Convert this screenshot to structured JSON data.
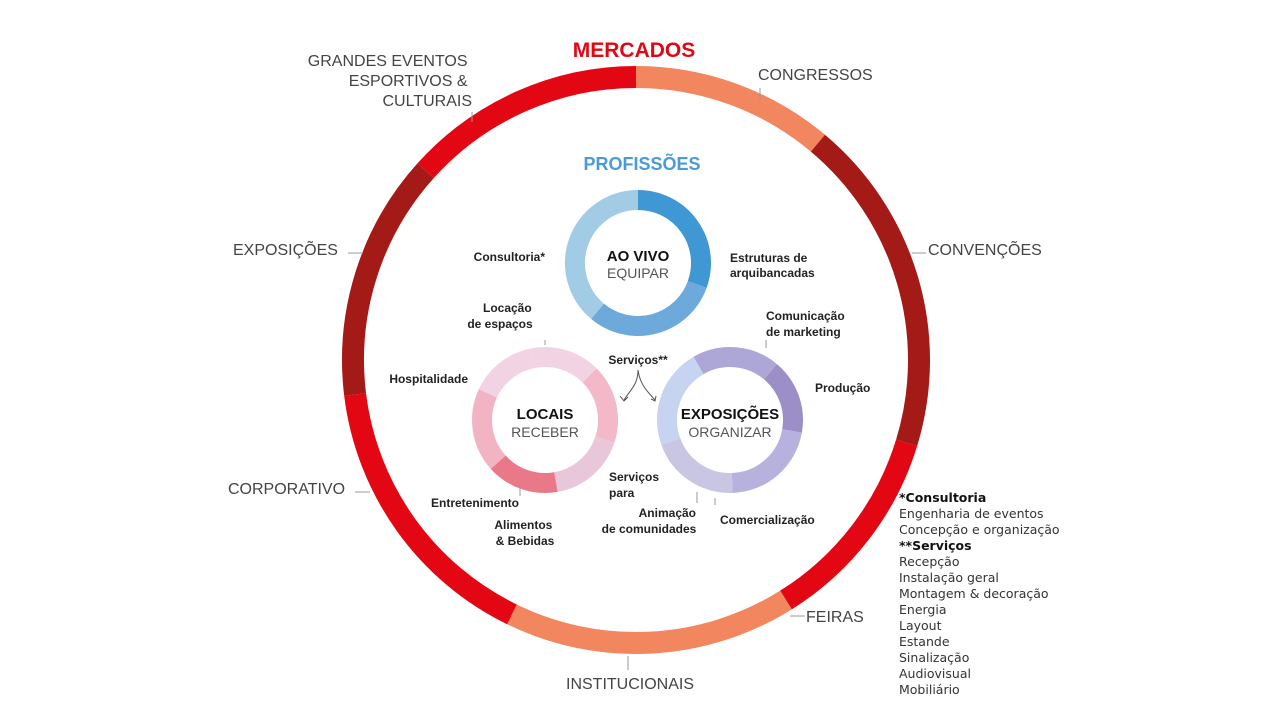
{
  "title": "MERCADOS",
  "subtitle": "PROFISSÕES",
  "colors": {
    "title": "#E30613",
    "subtitle": "#4A9BD6",
    "market_bright": "#E30613",
    "market_dark": "#A31A17",
    "market_light": "#F2865F",
    "ao_vivo": [
      "#3F97D3",
      "#6EA9DB",
      "#A2CBE5"
    ],
    "locais": [
      "#F2D3E4",
      "#E9C7DA",
      "#F4B9C9",
      "#E97888",
      "#F2B4C3"
    ],
    "exposicoes": [
      "#ACA7D6",
      "#9C8EC6",
      "#B7B2DD",
      "#C8C6E3",
      "#C6D4F2"
    ]
  },
  "markets": [
    {
      "name": "congressos",
      "lines": [
        "CONGRESSOS"
      ]
    },
    {
      "name": "convencoes",
      "lines": [
        "CONVENÇÕES"
      ]
    },
    {
      "name": "feiras",
      "lines": [
        "FEIRAS"
      ]
    },
    {
      "name": "institucionais",
      "lines": [
        "INSTITUCIONAIS"
      ]
    },
    {
      "name": "corporativo",
      "lines": [
        "CORPORATIVO"
      ]
    },
    {
      "name": "exposicoes",
      "lines": [
        "EXPOSIÇÕES"
      ]
    },
    {
      "name": "grandes-eventos",
      "lines": [
        "GRANDES EVENTOS",
        "ESPORTIVOS &",
        "CULTURAIS"
      ]
    }
  ],
  "circles": {
    "ao_vivo": {
      "title": "AO VIVO",
      "subtitle": "EQUIPAR"
    },
    "locais": {
      "title": "LOCAIS",
      "subtitle": "RECEBER"
    },
    "exposicoes": {
      "title": "EXPOSIÇÕES",
      "subtitle": "ORGANIZAR"
    }
  },
  "professions": {
    "consultoria": [
      "Consultoria*"
    ],
    "estruturas": [
      "Estruturas de",
      "arquibancadas"
    ],
    "locacao": [
      "Locação",
      "de espaços"
    ],
    "servicos": [
      "Serviços**"
    ],
    "comunicacao": [
      "Comunicação",
      "de marketing"
    ],
    "hospitalidade": [
      "Hospitalidade"
    ],
    "producao": [
      "Produção"
    ],
    "entretenimento": [
      "Entretenimento"
    ],
    "servicos_para": [
      "Serviços",
      "para"
    ],
    "alimentos": [
      "Alimentos",
      "& Bebidas"
    ],
    "animacao": [
      "Animação",
      "de comunidades"
    ],
    "comercializacao": [
      "Comercialização"
    ]
  },
  "notes": {
    "consultoria_head": "*Consultoria",
    "consultoria_items": [
      "Engenharia de eventos",
      "Concepção e organização"
    ],
    "servicos_head": "**Serviços",
    "servicos_items": [
      "Recepção",
      "Instalação geral",
      "Montagem & decoração",
      "Energia",
      "Layout",
      "Estande",
      "Sinalização",
      "Audiovisual",
      "Mobiliário"
    ]
  }
}
